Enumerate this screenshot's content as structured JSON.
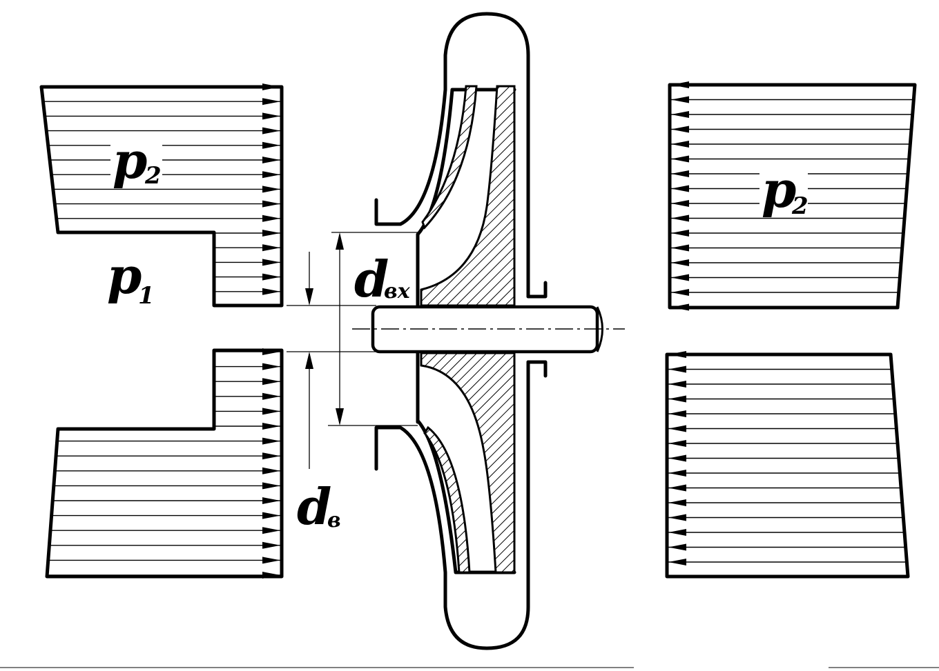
{
  "labels": {
    "p2_left": {
      "main": "p",
      "sub": "2"
    },
    "p2_right": {
      "main": "p",
      "sub": "2"
    },
    "p1": {
      "main": "p",
      "sub": "1"
    },
    "d_inlet": {
      "main": "d",
      "sub": "вх"
    },
    "d_shaft": {
      "main": "d",
      "sub": "в"
    }
  },
  "colors": {
    "ink": "#000000",
    "paper": "#ffffff"
  }
}
